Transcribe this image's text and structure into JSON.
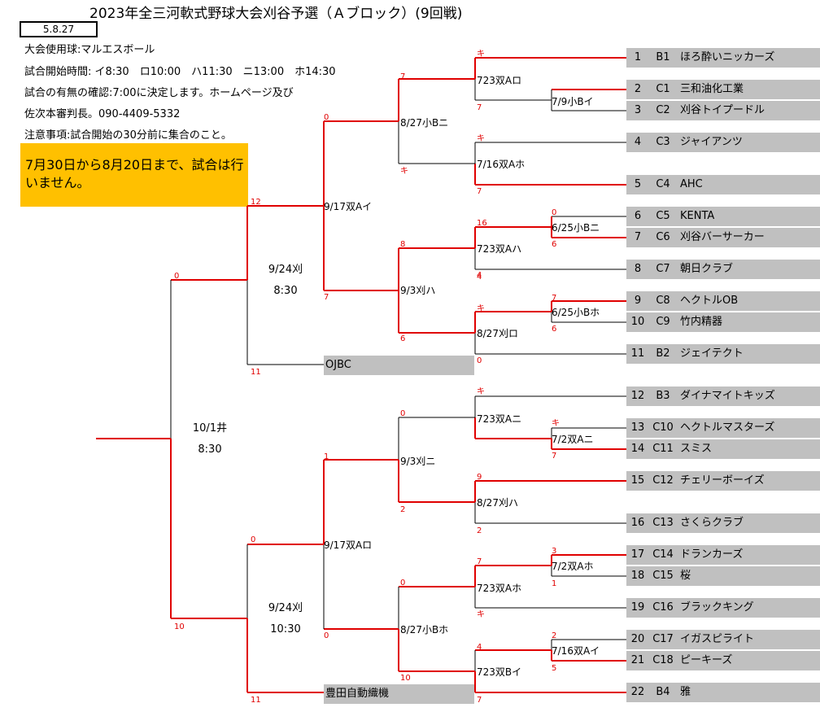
{
  "title": "2023年全三河軟式野球大会刈谷予選（Ａブロック）(9回戦)",
  "date_stamp": "5.8.27",
  "info": {
    "ball": "大会使用球:マルエスボール",
    "start_times": "試合開始時間: イ8:30　ロ10:00　ハ11:30　ニ13:00　ホ14:30",
    "confirm": "試合の有無の確認:7:00に決定します。ホームページ及び",
    "contact": "佐次本審判長。090-4409-5332",
    "notes": "注意事項:試合開始の30分前に集合のこと。"
  },
  "notice": "7月30日から8月20日まで、試合は行いません。",
  "colors": {
    "win_line": "#e00000",
    "lose_line": "#000000",
    "team_bg": "#c0c0c0",
    "notice_bg": "#ffc000"
  },
  "teams": [
    {
      "no": "1",
      "seed": "B1",
      "name": "ほろ酔いニッカーズ"
    },
    {
      "no": "2",
      "seed": "C1",
      "name": "三和油化工業"
    },
    {
      "no": "3",
      "seed": "C2",
      "name": "刈谷トイプードル"
    },
    {
      "no": "4",
      "seed": "C3",
      "name": "ジャイアンツ"
    },
    {
      "no": "5",
      "seed": "C4",
      "name": "AHC"
    },
    {
      "no": "6",
      "seed": "C5",
      "name": "KENTA"
    },
    {
      "no": "7",
      "seed": "C6",
      "name": "刈谷バーサーカー"
    },
    {
      "no": "8",
      "seed": "C7",
      "name": "朝日クラブ"
    },
    {
      "no": "9",
      "seed": "C8",
      "name": "ヘクトルOB"
    },
    {
      "no": "10",
      "seed": "C9",
      "name": "竹内精器"
    },
    {
      "no": "11",
      "seed": "B2",
      "name": "ジェイテクト"
    },
    {
      "no": "12",
      "seed": "B3",
      "name": "ダイナマイトキッズ"
    },
    {
      "no": "13",
      "seed": "C10",
      "name": "ヘクトルマスターズ"
    },
    {
      "no": "14",
      "seed": "C11",
      "name": "スミス"
    },
    {
      "no": "15",
      "seed": "C12",
      "name": "チェリーボーイズ"
    },
    {
      "no": "16",
      "seed": "C13",
      "name": "さくらクラブ"
    },
    {
      "no": "17",
      "seed": "C14",
      "name": "ドランカーズ"
    },
    {
      "no": "18",
      "seed": "C15",
      "name": "桜"
    },
    {
      "no": "19",
      "seed": "C16",
      "name": "ブラックキング"
    },
    {
      "no": "20",
      "seed": "C17",
      "name": "イガスピライト"
    },
    {
      "no": "21",
      "seed": "C18",
      "name": "ピーキーズ"
    },
    {
      "no": "22",
      "seed": "B4",
      "name": "雅"
    }
  ],
  "seeded_teams": [
    "OJBC",
    "豊田自動織機"
  ],
  "match_labels": [
    "723双Aロ",
    "7/9小Bイ",
    "8/27小Bニ",
    "7/16双Aホ",
    "6/25小Bニ",
    "723双Aハ",
    "6/25小Bホ",
    "8/27刈ロ",
    "9/3刈ハ",
    "9/17双Aイ",
    "723双Aニ",
    "7/2双Aニ",
    "9/3刈ニ",
    "8/27刈ハ",
    "7/2双Aホ",
    "723双Aホ",
    "7/16双Aイ",
    "723双Bイ",
    "8/27小Bホ",
    "9/17双Aロ"
  ],
  "semifinal": {
    "top": {
      "date": "9/24刈",
      "time": "8:30"
    },
    "bottom": {
      "date": "9/24刈",
      "time": "10:30"
    }
  },
  "final": {
    "date": "10/1井",
    "time": "8:30"
  },
  "scores": [
    "キ",
    "7",
    "7",
    "キ",
    "7",
    "0",
    "キ",
    "4",
    "7",
    "16",
    "0",
    "6",
    "4",
    "8",
    "7",
    "キ",
    "6",
    "0",
    "6",
    "12",
    "11",
    "0",
    "キ",
    "キ",
    "7",
    "0",
    "9",
    "2",
    "1",
    "2",
    "3",
    "1",
    "7",
    "キ",
    "0",
    "2",
    "5",
    "4",
    "7",
    "10",
    "0",
    "11",
    "0",
    "10"
  ]
}
